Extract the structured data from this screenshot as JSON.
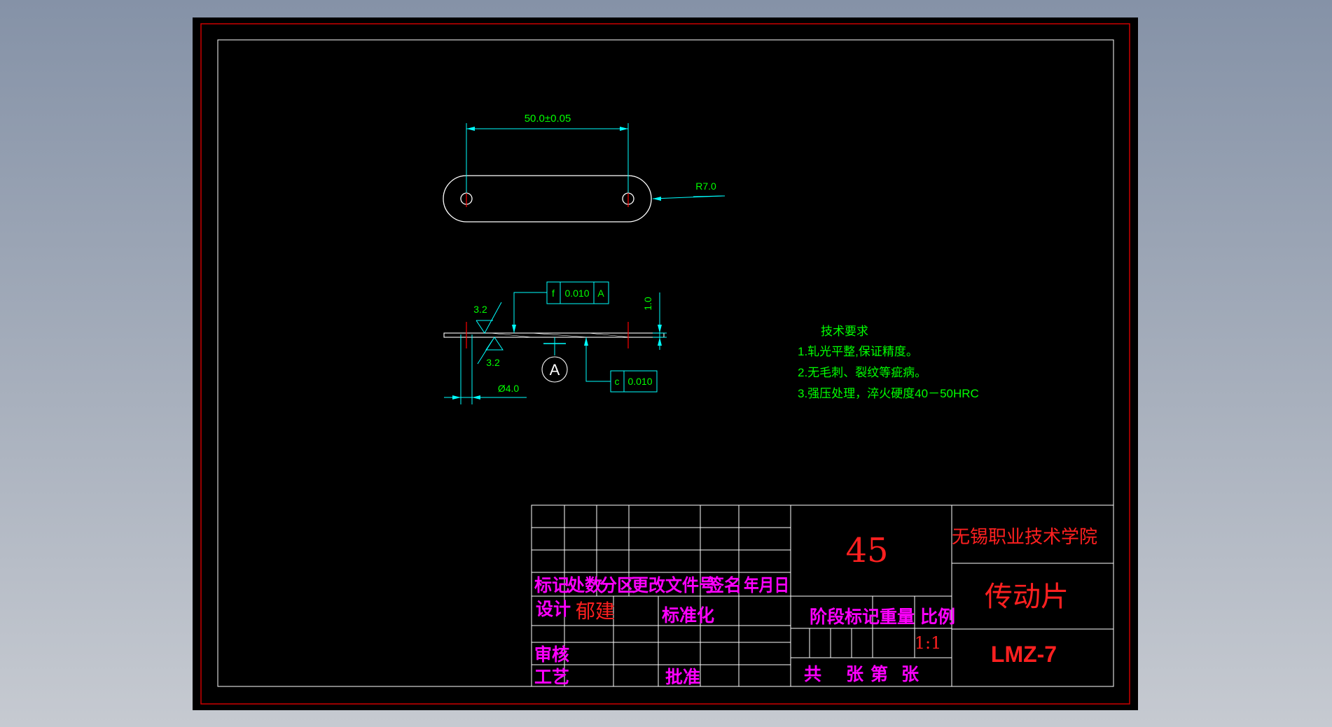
{
  "drawing": {
    "dimensions": {
      "length": "50.0±0.05",
      "radius": "R7.0",
      "thickness": "1.0",
      "hole_diameter": "Ø4.0",
      "roughness_top": "3.2",
      "roughness_bottom": "3.2"
    },
    "tolerances": {
      "flatness": {
        "symbol": "f",
        "value": "0.010",
        "datum": "A"
      },
      "bottom": {
        "symbol": "c",
        "value": "0.010"
      },
      "datum_label": "A"
    },
    "notes": {
      "heading": "技术要求",
      "items": [
        "1.轧光平整,保证精度。",
        "2.无毛刺、裂纹等疵病。",
        "3.强压处理，淬火硬度40－50HRC"
      ]
    }
  },
  "title_block": {
    "material": "45",
    "school": "无锡职业技术学院",
    "part_name": "传动片",
    "drawing_no": "LMZ-7",
    "headers": {
      "mark": "标记",
      "count": "处数",
      "zone": "分区",
      "change_doc": "更改文件号",
      "signature": "签名",
      "date": "年月日"
    },
    "roles": {
      "design": "设计",
      "designer": "郁建",
      "standardize": "标准化",
      "review": "审核",
      "process": "工艺",
      "approve": "批准"
    },
    "stage_mark": "阶段标记",
    "weight": "重量",
    "scale_label": "比例",
    "scale": "1:1",
    "sheets": {
      "total": "共",
      "sheet_unit": "张",
      "nth": "第",
      "sheet_unit2": "张"
    }
  },
  "colors": {
    "background": "#000000",
    "border_outer": "#cc0000",
    "border_inner": "#ffffff",
    "dimension": "#00ff00",
    "leader": "#00ffff",
    "centerline": "#ff0000",
    "title_text": "#ff00ff",
    "red_text": "#ff2020"
  }
}
